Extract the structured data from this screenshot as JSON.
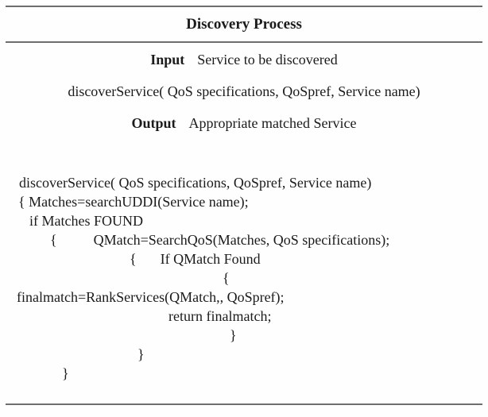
{
  "table": {
    "title": "Discovery Process"
  },
  "io": {
    "input_label": "Input",
    "input_value": "Service to be discovered",
    "signature": "discoverService( QoS specifications, QoSpref, Service name)",
    "output_label": "Output",
    "output_value": "Appropriate matched Service"
  },
  "code": {
    "lines": [
      {
        "segments": [
          "discoverService( QoS specifications, QoSpref, Service name)"
        ]
      },
      {
        "segments": [
          "{ Matches=searchUDDI(Service name);"
        ]
      },
      {
        "segments": [
          "if Matches FOUND"
        ]
      },
      {
        "segments": [
          "{",
          "QMatch=SearchQoS(Matches, QoS specifications);"
        ]
      },
      {
        "segments": [
          "{",
          "If QMatch Found"
        ]
      },
      {
        "segments": [
          "{"
        ]
      },
      {
        "segments": [
          "finalmatch=RankServices(QMatch,, QoSpref);"
        ]
      },
      {
        "segments": [
          "return finalmatch;"
        ]
      },
      {
        "segments": [
          "}"
        ]
      },
      {
        "segments": [
          "}"
        ]
      },
      {
        "segments": [
          "}"
        ]
      }
    ]
  }
}
